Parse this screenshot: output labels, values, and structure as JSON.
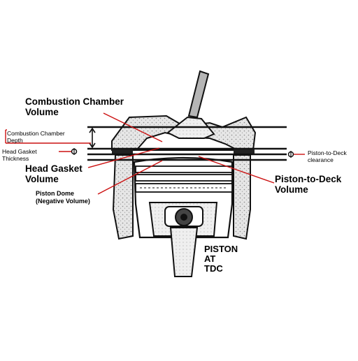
{
  "labels": {
    "combustion_chamber_volume": [
      "Combustion Chamber",
      "Volume"
    ],
    "combustion_chamber_depth": [
      "Combustion Chamber",
      "Depth"
    ],
    "head_gasket_thickness": [
      "Head Gasket",
      "Thickness"
    ],
    "head_gasket_volume": [
      "Head Gasket",
      "Volume"
    ],
    "piston_dome": [
      "Piston Dome",
      "(Negative Volume)"
    ],
    "piston_to_deck_clearance": [
      "Piston-to-Deck",
      "clearance"
    ],
    "piston_to_deck_volume": [
      "Piston-to-Deck",
      "Volume"
    ],
    "piston_at_tdc": [
      "PISTON",
      "AT",
      "TDC"
    ]
  },
  "colors": {
    "leader": "#cc1111",
    "outline": "#111111",
    "stipple_fill": "#e4e4e4",
    "background": "#ffffff"
  }
}
